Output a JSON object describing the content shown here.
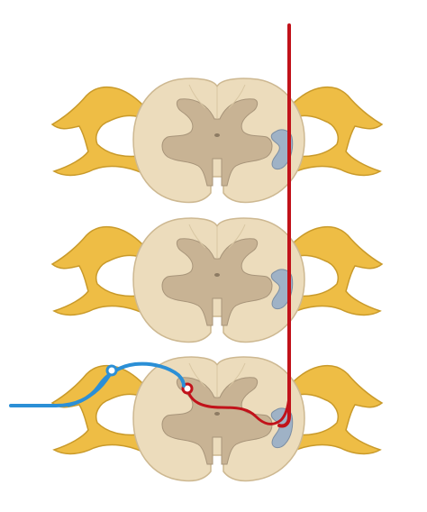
{
  "diagram": {
    "description_labels": [],
    "colors": {
      "background": "#ffffff",
      "nerve_fill": "#eebd45",
      "nerve_stroke": "#c99a2a",
      "white_matter": "#ecdcbc",
      "white_matter_stroke": "#cdb891",
      "gray_matter": "#c8b394",
      "gray_matter_stroke": "#a8957a",
      "motor_nucleus": "#9fb2c6",
      "motor_nucleus_stroke": "#7b8ea3",
      "upper_motor_neuron": "#c1121a",
      "sensory_neuron": "#2b8fd6",
      "interneuron": "#c1121a"
    },
    "segments": [
      "spinal-cord-segment-upper",
      "spinal-cord-segment-middle",
      "spinal-cord-segment-lower"
    ],
    "icons": [
      "descending-tract-line",
      "interneuron-line",
      "sensory-afferent-line",
      "interneuron-soma-icon",
      "sensory-ganglion-soma-icon"
    ]
  }
}
